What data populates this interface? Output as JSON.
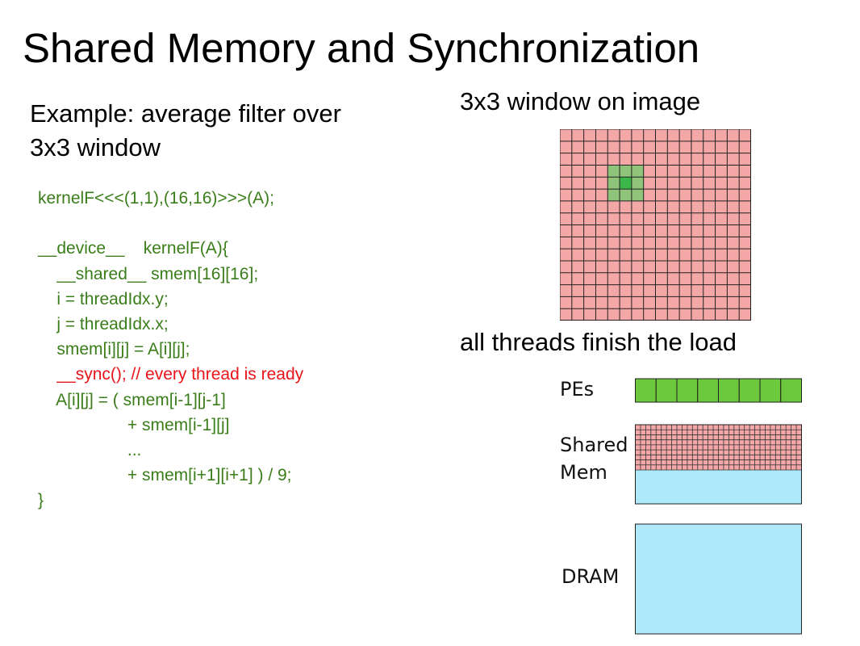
{
  "slide": {
    "title": "Shared Memory and Synchronization",
    "subtitle_lines": [
      "Example: average filter over",
      "3x3 window"
    ]
  },
  "code": {
    "lines": [
      {
        "text": "kernelF<<<(1,1),(16,16)>>>(A);",
        "highlight": false
      },
      {
        "text": "",
        "highlight": false
      },
      {
        "text": "__device__    kernelF(A){",
        "highlight": false
      },
      {
        "text": "    __shared__ smem[16][16];",
        "highlight": false
      },
      {
        "text": "    i = threadIdx.y;",
        "highlight": false
      },
      {
        "text": "    j = threadIdx.x;",
        "highlight": false
      },
      {
        "text": "    smem[i][j] = A[i][j];",
        "highlight": false
      },
      {
        "text": "    __sync(); // every thread is ready",
        "highlight": true
      },
      {
        "text": "    A[i][j] = ( smem[i-1][j-1]",
        "highlight": false
      },
      {
        "text": "                   + smem[i-1][j]",
        "highlight": false
      },
      {
        "text": "                   ...",
        "highlight": false
      },
      {
        "text": "                   + smem[i+1][i+1] ) / 9;",
        "highlight": false
      },
      {
        "text": "}",
        "highlight": false
      }
    ]
  },
  "window_diagram": {
    "caption": "3x3 window on image",
    "grid_size": 16,
    "window_size": 3,
    "center_cell": [
      5,
      4
    ],
    "colors": {
      "cell": "#f4a7a7",
      "line": "#222222",
      "window": "#8fc47a",
      "center": "#3cb84a"
    }
  },
  "memory_diagram": {
    "caption": "all threads finish the load",
    "pes_label": "PEs",
    "shared_mem_label_lines": [
      "Shared",
      "Mem"
    ],
    "dram_label": "DRAM",
    "pe_count": 8,
    "shared_grid_cols": 32,
    "shared_grid_rows": 9,
    "colors": {
      "pe": "#6cc83c",
      "shared_loaded": "#f4a7a7",
      "memory": "#aeeafc"
    }
  }
}
